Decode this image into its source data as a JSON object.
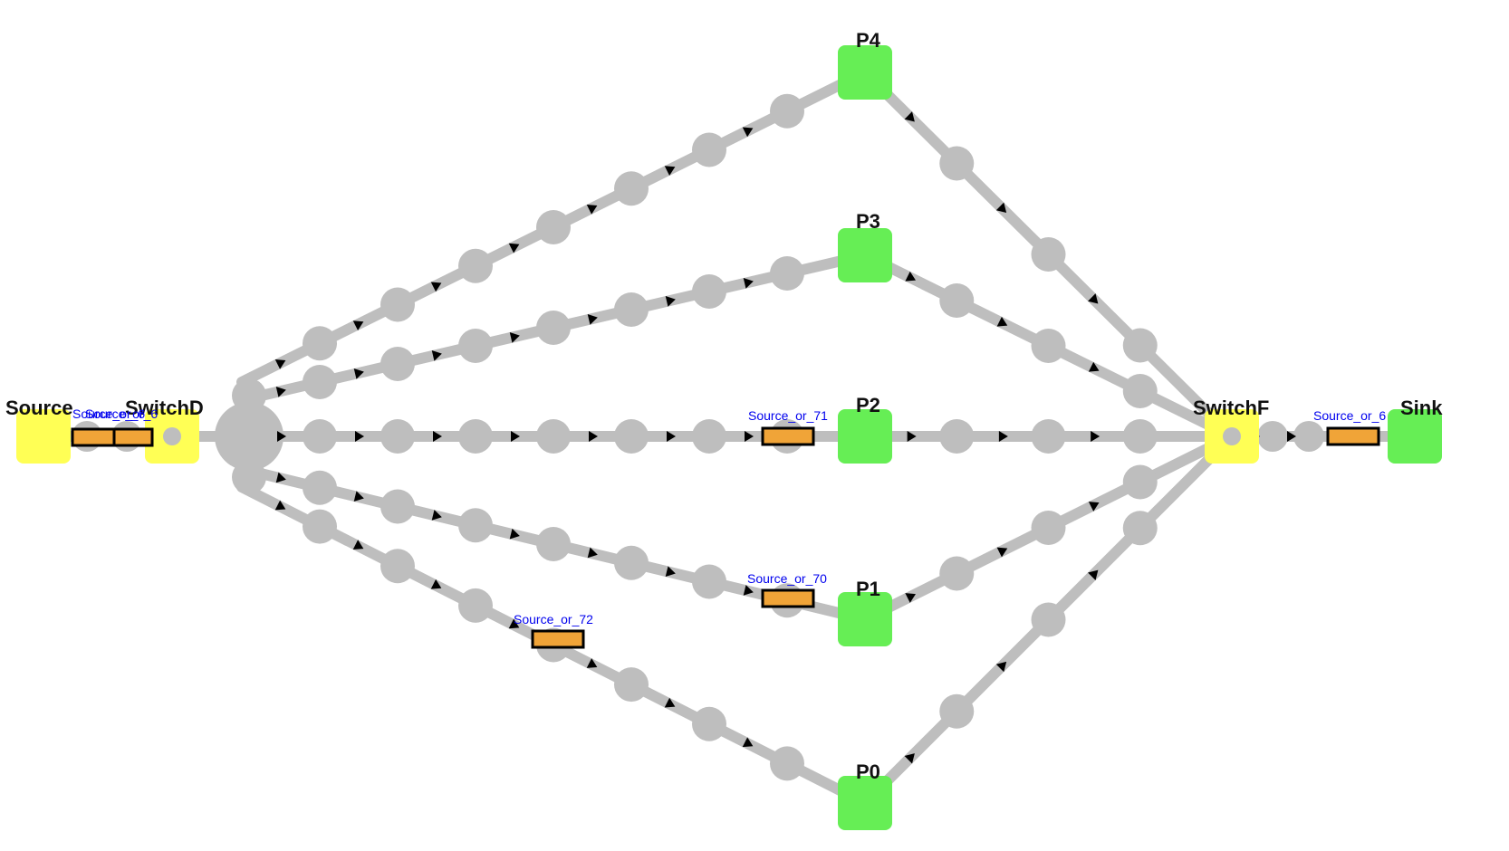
{
  "colors": {
    "track": "#bebebe",
    "switch": "#ffff55",
    "station": "#66ee55",
    "tag_fill": "#f0a438",
    "tag_border": "#000000",
    "tag_text": "#0000ee",
    "arrow": "#000000"
  },
  "nodes": {
    "source": "Source",
    "switchD": "SwitchD",
    "switchF": "SwitchF",
    "sink": "Sink",
    "p0": "P0",
    "p1": "P1",
    "p2": "P2",
    "p3": "P3",
    "p4": "P4"
  },
  "tags": {
    "source_a": "Source_or_6",
    "source_b": "Source_or_6",
    "p2_line": "Source_or_71",
    "p1_line": "Source_or_70",
    "p0_line": "Source_or_72",
    "sink_line": "Source_or_6"
  }
}
